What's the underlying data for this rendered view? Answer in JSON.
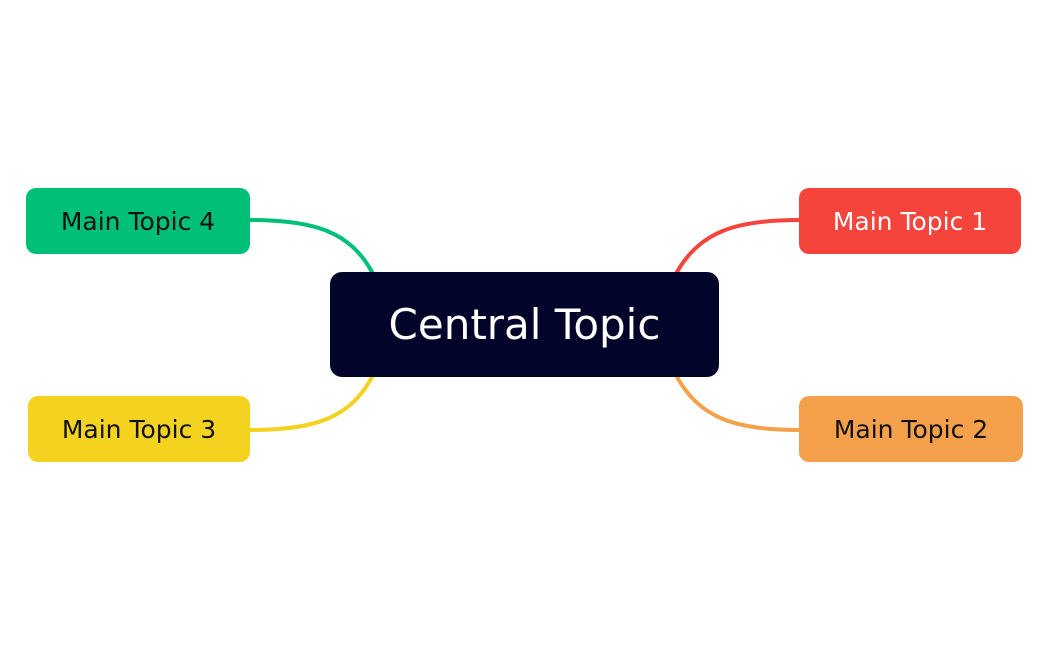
{
  "central": {
    "label": "Central Topic",
    "color": "#02042a"
  },
  "topics": [
    {
      "label": "Main Topic 1",
      "color": "#f5443b"
    },
    {
      "label": "Main Topic 2",
      "color": "#f5a04a"
    },
    {
      "label": "Main Topic 3",
      "color": "#f3d220"
    },
    {
      "label": "Main Topic 4",
      "color": "#00bf77"
    }
  ]
}
